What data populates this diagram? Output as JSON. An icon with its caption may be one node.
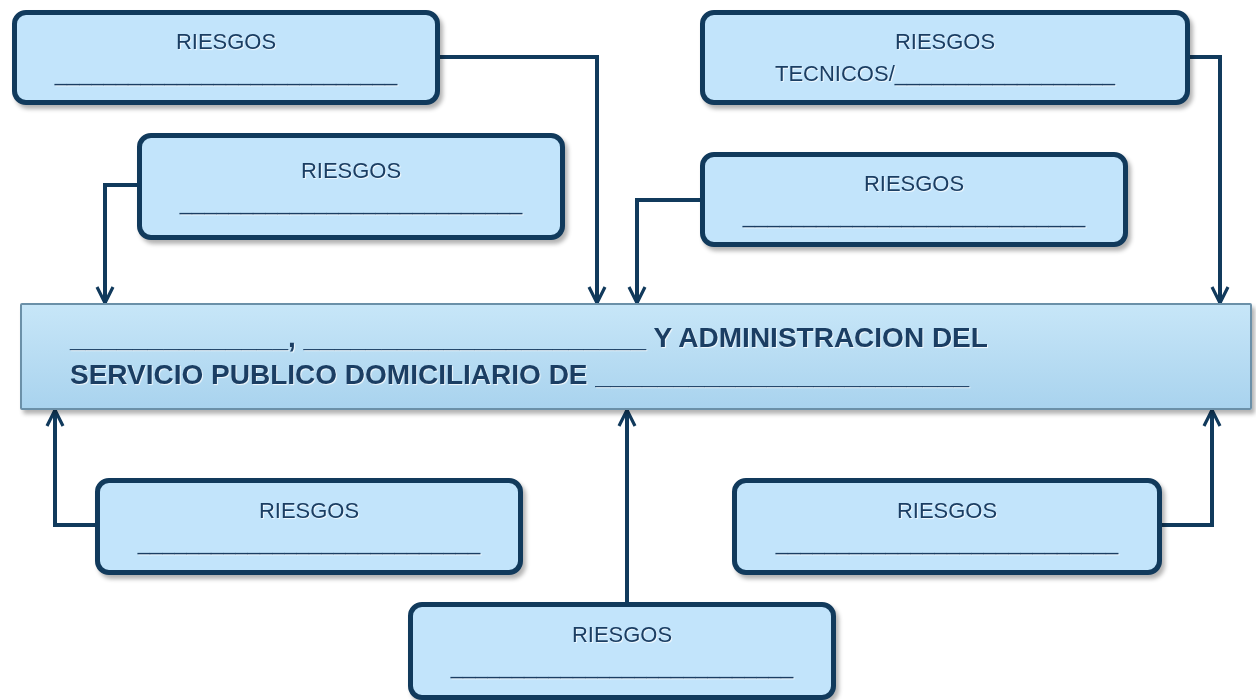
{
  "diagram": {
    "nodes": [
      {
        "text": [
          "RIESGOS ____________________________"
        ]
      },
      {
        "text": [
          "RIESGOS TECNICOS/__________________"
        ]
      },
      {
        "text": [
          "RIESGOS ____________________________"
        ]
      },
      {
        "text": [
          "RIESGOS ____________________________"
        ]
      },
      {
        "text": [
          "______________, ______________________ Y ADMINISTRACION DEL SERVICIO PUBLICO DOMICILIARIO DE ________________________"
        ]
      },
      {
        "text": [
          "RIESGOS ____________________________"
        ]
      },
      {
        "text": [
          "RIESGOS ____________________________"
        ]
      },
      {
        "text": [
          "RIESGOS ____________________________"
        ]
      }
    ],
    "edges": [
      {
        "from": 0,
        "to": 4,
        "arrow": "to"
      },
      {
        "from": 1,
        "to": 4,
        "arrow": "to"
      },
      {
        "from": 2,
        "to": 4,
        "arrow": "to"
      },
      {
        "from": 3,
        "to": 4,
        "arrow": "to"
      },
      {
        "from": 5,
        "to": 4,
        "arrow": "to"
      },
      {
        "from": 6,
        "to": 4,
        "arrow": "to"
      },
      {
        "from": 7,
        "to": 4,
        "arrow": "to"
      }
    ]
  }
}
